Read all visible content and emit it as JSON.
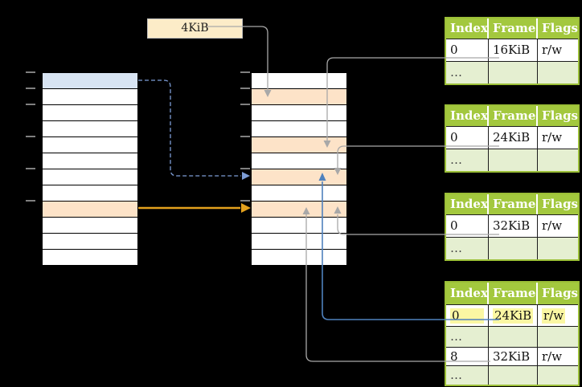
{
  "page_size_label": "4KiB",
  "colors": {
    "background": "#000000",
    "memory_row_white": "#ffffff",
    "memory_row_blue": "#d8e4f3",
    "memory_row_orange": "#fde3c8",
    "table_header_green": "#a3c83e",
    "table_border_green": "#9bbf37",
    "table_row_light_green": "#e5efd1",
    "highlight_yellow": "#fbf7a3",
    "label_cream": "#fcecc8",
    "arrow_gray": "#a8a8a8",
    "arrow_blue_solid": "#4f81bd",
    "arrow_blue_dashed": "#7d9dd6",
    "arrow_orange": "#e3a11d",
    "tick_gray": "#808080"
  },
  "virtual_memory_column": {
    "rows": 12,
    "blue_rows": [
      0
    ],
    "orange_rows": [
      8
    ],
    "tick_rows": [
      0,
      1,
      2,
      4,
      6,
      8
    ]
  },
  "physical_memory_column": {
    "rows": 12,
    "blue_rows": [],
    "orange_rows": [
      1,
      4,
      6,
      8
    ],
    "tick_rows": [
      0,
      1,
      2,
      4,
      6,
      8
    ]
  },
  "page_tables": [
    {
      "headers": [
        "Index",
        "Frame",
        "Flags"
      ],
      "rows": [
        {
          "cells": [
            "0",
            "16KiB",
            "r/w"
          ],
          "variant": "white",
          "highlight": false
        },
        {
          "cells": [
            "…",
            "",
            ""
          ],
          "variant": "green",
          "highlight": false
        }
      ]
    },
    {
      "headers": [
        "Index",
        "Frame",
        "Flags"
      ],
      "rows": [
        {
          "cells": [
            "0",
            "24KiB",
            "r/w"
          ],
          "variant": "white",
          "highlight": false
        },
        {
          "cells": [
            "…",
            "",
            ""
          ],
          "variant": "green",
          "highlight": false
        }
      ]
    },
    {
      "headers": [
        "Index",
        "Frame",
        "Flags"
      ],
      "rows": [
        {
          "cells": [
            "0",
            "32KiB",
            "r/w"
          ],
          "variant": "white",
          "highlight": false
        },
        {
          "cells": [
            "…",
            "",
            ""
          ],
          "variant": "green",
          "highlight": false
        }
      ]
    },
    {
      "headers": [
        "Index",
        "Frame",
        "Flags"
      ],
      "rows": [
        {
          "cells": [
            "0",
            "24KiB",
            "r/w"
          ],
          "variant": "white",
          "highlight": true
        },
        {
          "cells": [
            "…",
            "",
            ""
          ],
          "variant": "green",
          "highlight": false
        },
        {
          "cells": [
            "8",
            "32KiB",
            "r/w"
          ],
          "variant": "white",
          "highlight": false
        },
        {
          "cells": [
            "…",
            "",
            ""
          ],
          "variant": "green",
          "highlight": false
        }
      ]
    }
  ]
}
